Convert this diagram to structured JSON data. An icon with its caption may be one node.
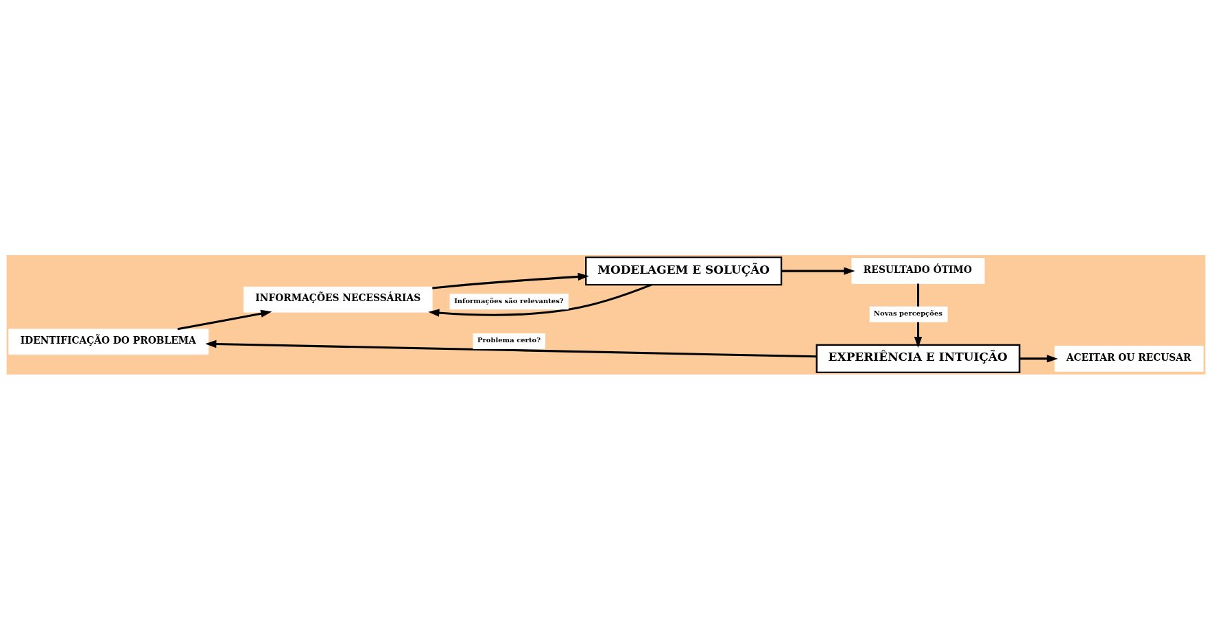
{
  "diagram": {
    "nodes": [
      {
        "text": [
          "IDENTIFICAÇÃO DO PROBLEMA"
        ]
      },
      {
        "text": [
          "INFORMAÇÕES NECESSÁRIAS"
        ]
      },
      {
        "text": [
          "MODELAGEM E SOLUÇÃO"
        ]
      },
      {
        "text": [
          "RESULTADO ÓTIMO"
        ]
      },
      {
        "text": [
          "EXPERIÊNCIA E INTUIÇÃO"
        ]
      },
      {
        "text": [
          "ACEITAR OU RECUSAR"
        ]
      }
    ],
    "edges": [
      {
        "from": 0,
        "to": 1,
        "arrow": "to"
      },
      {
        "from": 1,
        "to": 2,
        "arrow": "to"
      },
      {
        "from": 2,
        "to": 1,
        "arrow": "to",
        "label": "Informações são relevantes?"
      },
      {
        "from": 2,
        "to": 3,
        "arrow": "to"
      },
      {
        "from": 3,
        "to": 4,
        "arrow": "to",
        "label": "Novas percepções"
      },
      {
        "from": 4,
        "to": 0,
        "arrow": "to",
        "label": "Problema certo?"
      },
      {
        "from": 4,
        "to": 5,
        "arrow": "to"
      }
    ]
  }
}
